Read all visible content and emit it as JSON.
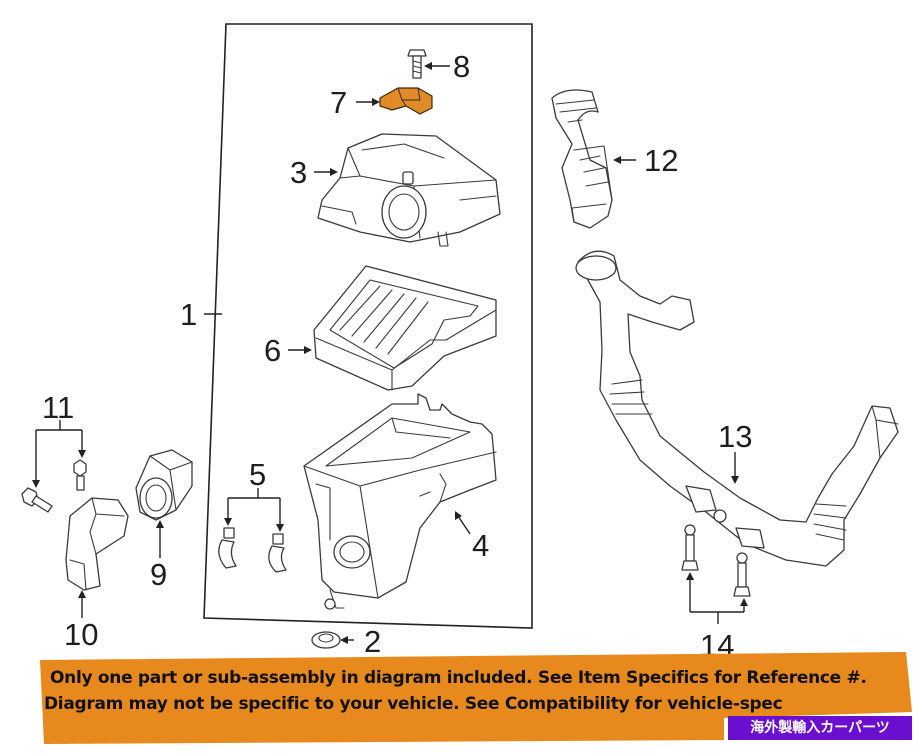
{
  "callouts": {
    "c1": "1",
    "c2": "2",
    "c3": "3",
    "c4": "4",
    "c5": "5",
    "c6": "6",
    "c7": "7",
    "c8": "8",
    "c9": "9",
    "c10": "10",
    "c11": "11",
    "c12": "12",
    "c13": "13",
    "c14": "14"
  },
  "notice": {
    "line1": "Only one part or sub-assembly in diagram included. See Item Specifics for Reference #.",
    "line2": "Diagram may not be specific to your vehicle. See Compatibility for vehicle-spec"
  },
  "seller_tag": "海外製輸入カーパーツ",
  "colors": {
    "highlight_part": "#e08a28",
    "banner": "#e8891e",
    "seller_tag_bg": "#6a0fcf",
    "line": "#222222"
  }
}
